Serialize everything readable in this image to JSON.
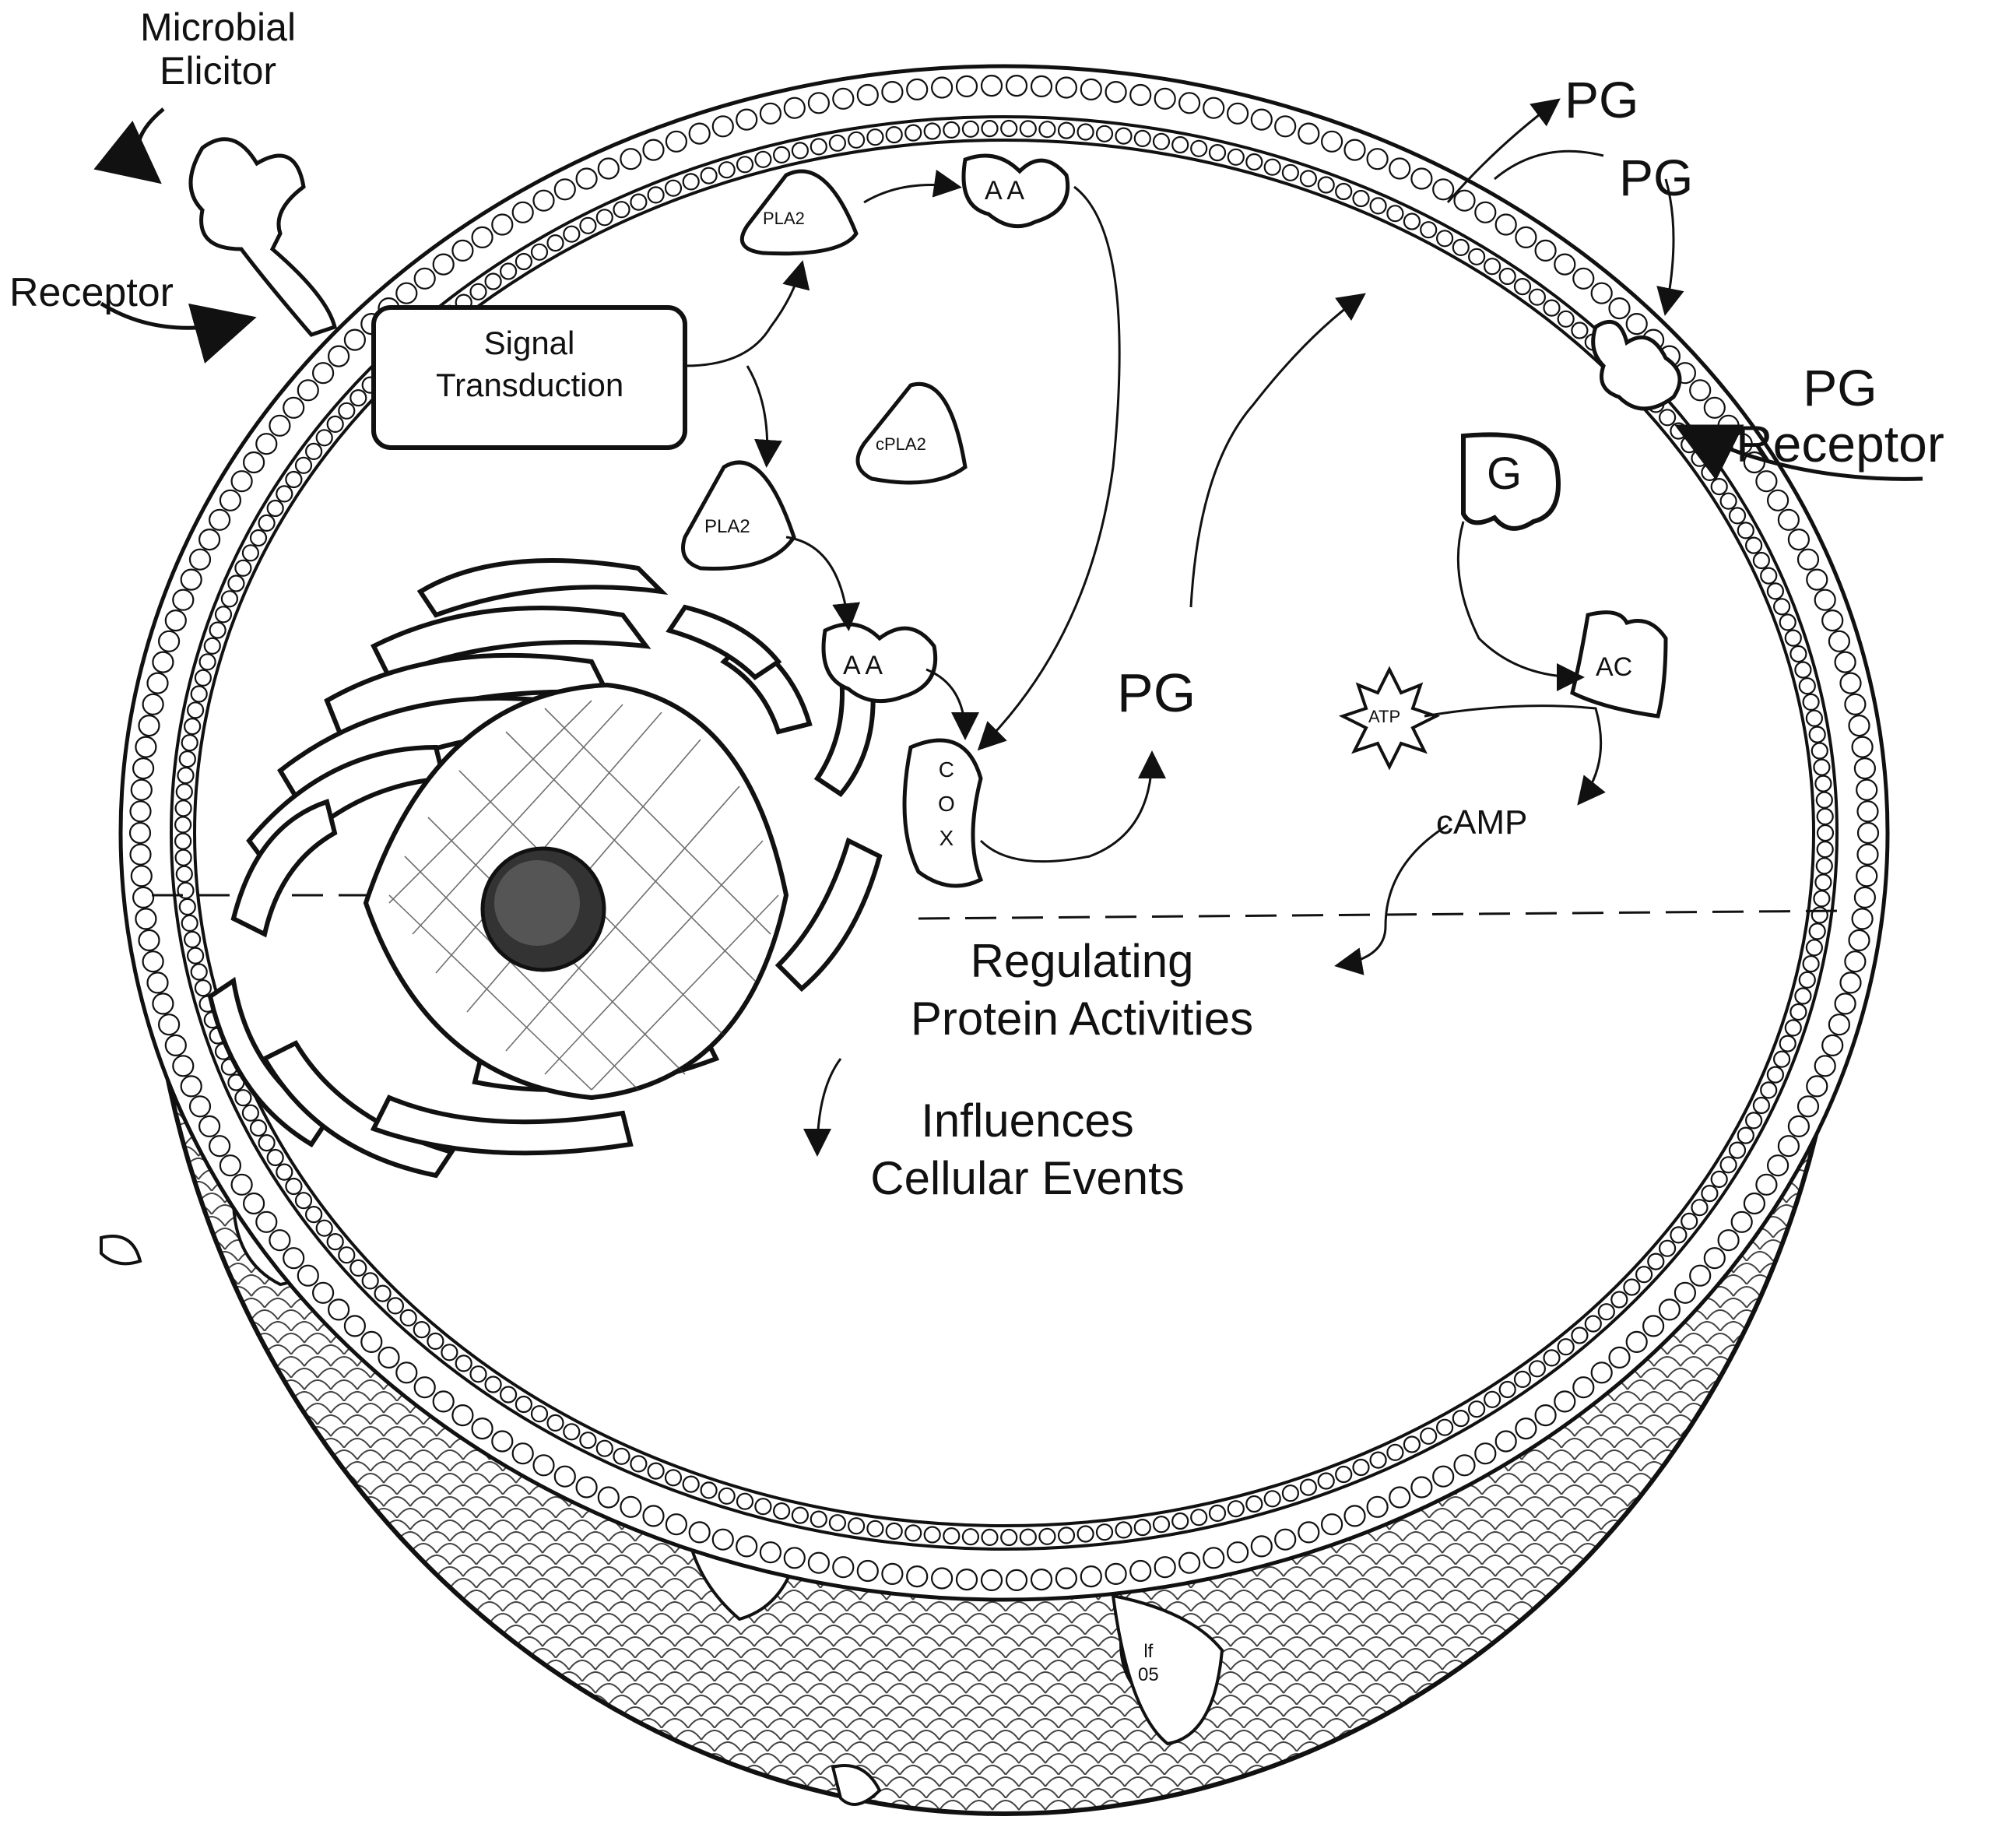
{
  "labels": {
    "microbial_elicitor": [
      "Microbial",
      "Elicitor"
    ],
    "receptor": "Receptor",
    "signal_transduction": [
      "Signal",
      "Transduction"
    ],
    "pla2_top": "PLA2",
    "cpla2": "cPLA2",
    "pla2_lower": "PLA2",
    "aa_top": "A A",
    "aa_lower": "A A",
    "cox": [
      "C",
      "O",
      "X"
    ],
    "pg_center": "PG",
    "pg_top_1": "PG",
    "pg_top_2": "PG",
    "pg_receptor": [
      "PG",
      "Receptor"
    ],
    "g_protein": "G",
    "ac": "AC",
    "atp": "ATP",
    "camp": "cAMP",
    "regulating": [
      "Regulating",
      "Protein Activities"
    ],
    "influences": [
      "Influences",
      "Cellular Events"
    ],
    "corner_mark": [
      "lf",
      "05"
    ]
  },
  "colors": {
    "ink": "#111111",
    "fill": "#ffffff"
  }
}
